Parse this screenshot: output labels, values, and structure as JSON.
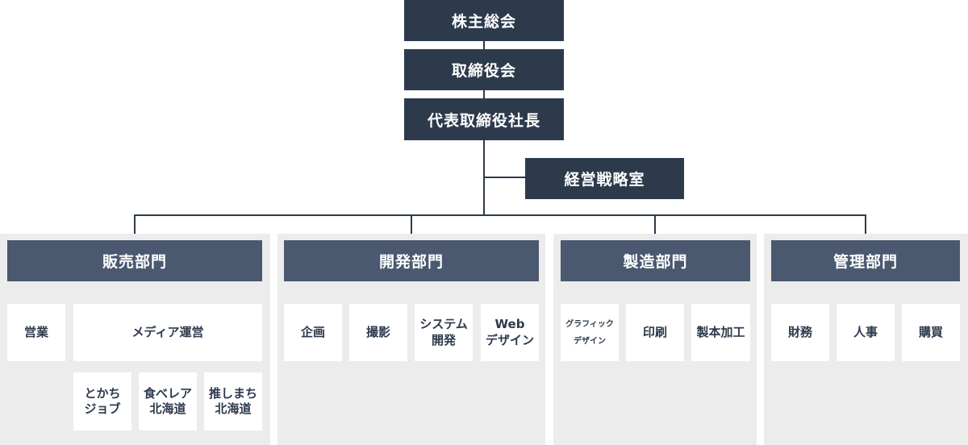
{
  "top": {
    "shareholders": "株主総会",
    "board": "取締役会",
    "president": "代表取締役社長",
    "strategy": "経営戦略室"
  },
  "departments": [
    {
      "name": "販売部門",
      "units": [
        "営業",
        "メディア運営"
      ],
      "subunits": [
        "とかち\nジョブ",
        "食べレア\n北海道",
        "推しまち\n北海道"
      ]
    },
    {
      "name": "開発部門",
      "units": [
        "企画",
        "撮影",
        "システム\n開発",
        "Web\nデザイン"
      ]
    },
    {
      "name": "製造部門",
      "units": [
        "グラフィック\nデザイン",
        "印刷",
        "製本加工"
      ]
    },
    {
      "name": "管理部門",
      "units": [
        "財務",
        "人事",
        "購買"
      ]
    }
  ]
}
